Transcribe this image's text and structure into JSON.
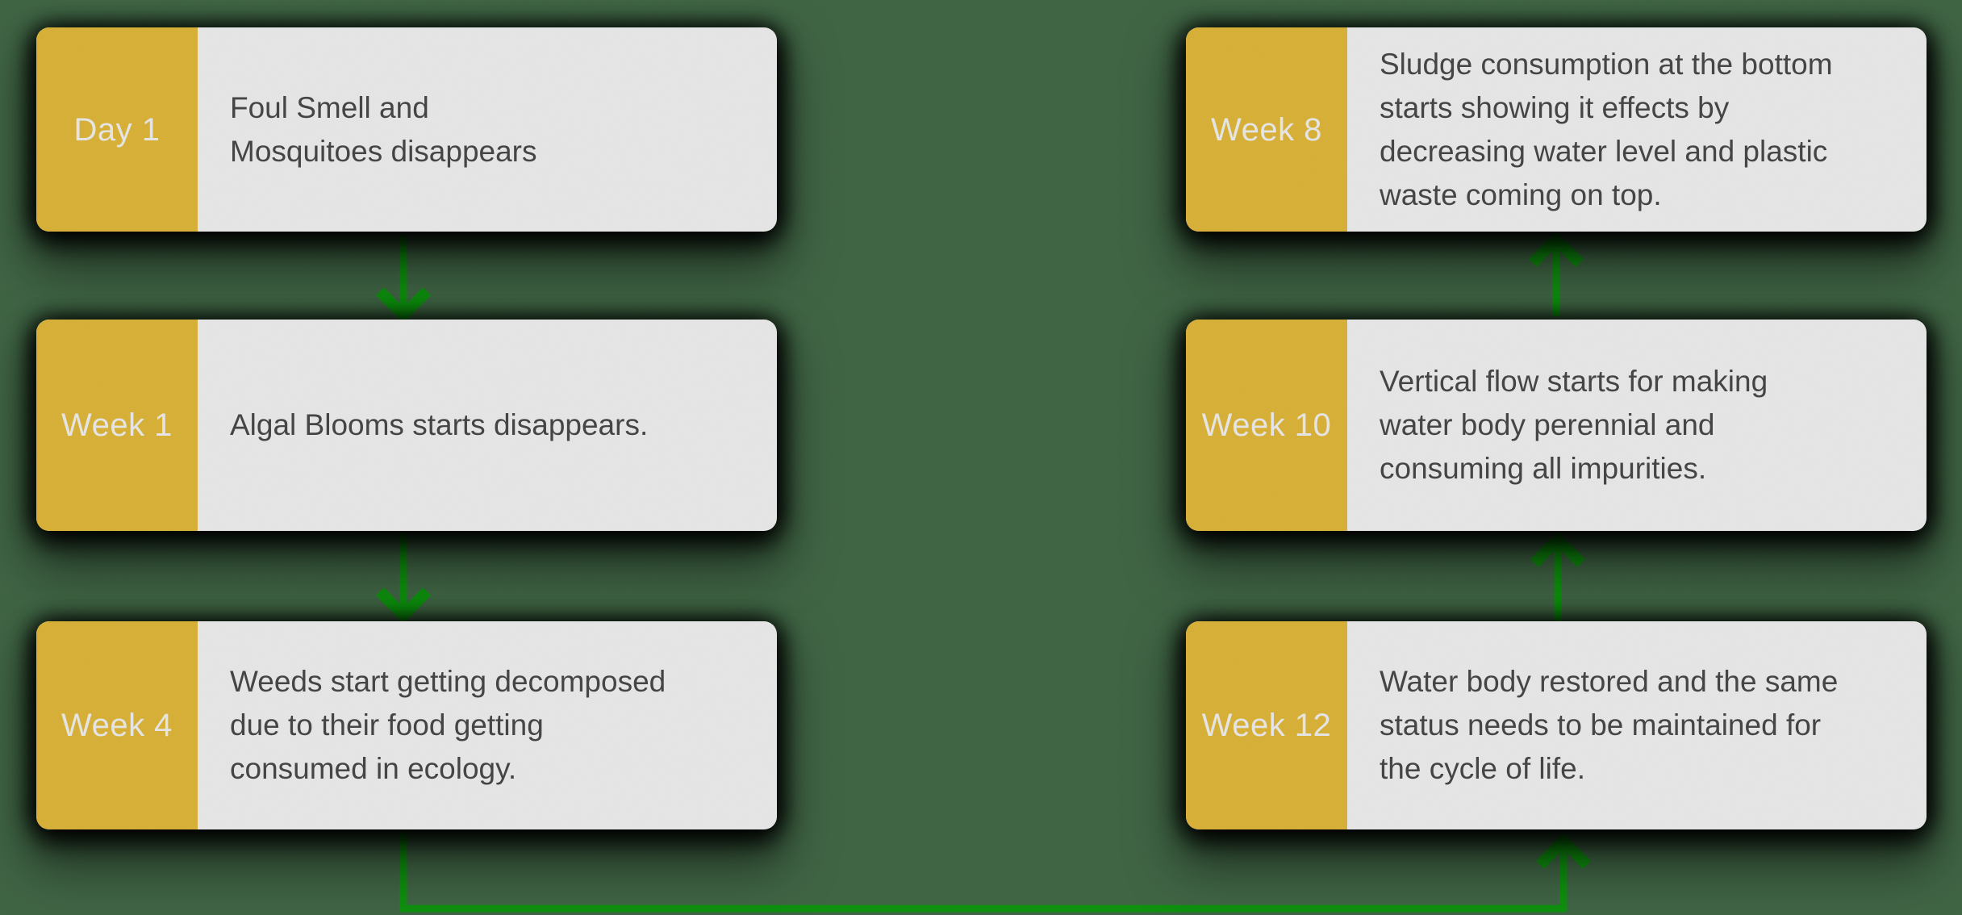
{
  "theme": {
    "background_color": "#48714D",
    "card_color": "#FFFFFF",
    "label_color": "#F0C440",
    "label_text_color": "#FFFFFF",
    "body_text_color": "#4E4E4E",
    "arrow_color": "#11A111"
  },
  "cards": [
    {
      "label": "Day 1",
      "description": "Foul Smell and\nMosquitoes disappears"
    },
    {
      "label": "Week 1",
      "description": "Algal Blooms starts disappears."
    },
    {
      "label": "Week 4",
      "description": "Weeds start getting decomposed\ndue to their food getting\nconsumed in ecology."
    },
    {
      "label": "Week 8",
      "description": "Sludge consumption at the bottom\nstarts showing it effects by\ndecreasing water level and plastic\nwaste coming on top."
    },
    {
      "label": "Week 10",
      "description": "Vertical flow starts for making\nwater body perennial and\nconsuming all impurities."
    },
    {
      "label": "Week 12",
      "description": "Water body restored and the same\nstatus needs to be maintained for\nthe cycle of life."
    }
  ],
  "arrows": [
    {
      "from": "Day 1",
      "to": "Week 1",
      "direction": "down"
    },
    {
      "from": "Week 1",
      "to": "Week 4",
      "direction": "down"
    },
    {
      "from": "Week 4",
      "to": "Week 12",
      "direction": "down-across-up"
    },
    {
      "from": "Week 12",
      "to": "Week 10",
      "direction": "up"
    },
    {
      "from": "Week 10",
      "to": "Week 8",
      "direction": "up"
    }
  ]
}
